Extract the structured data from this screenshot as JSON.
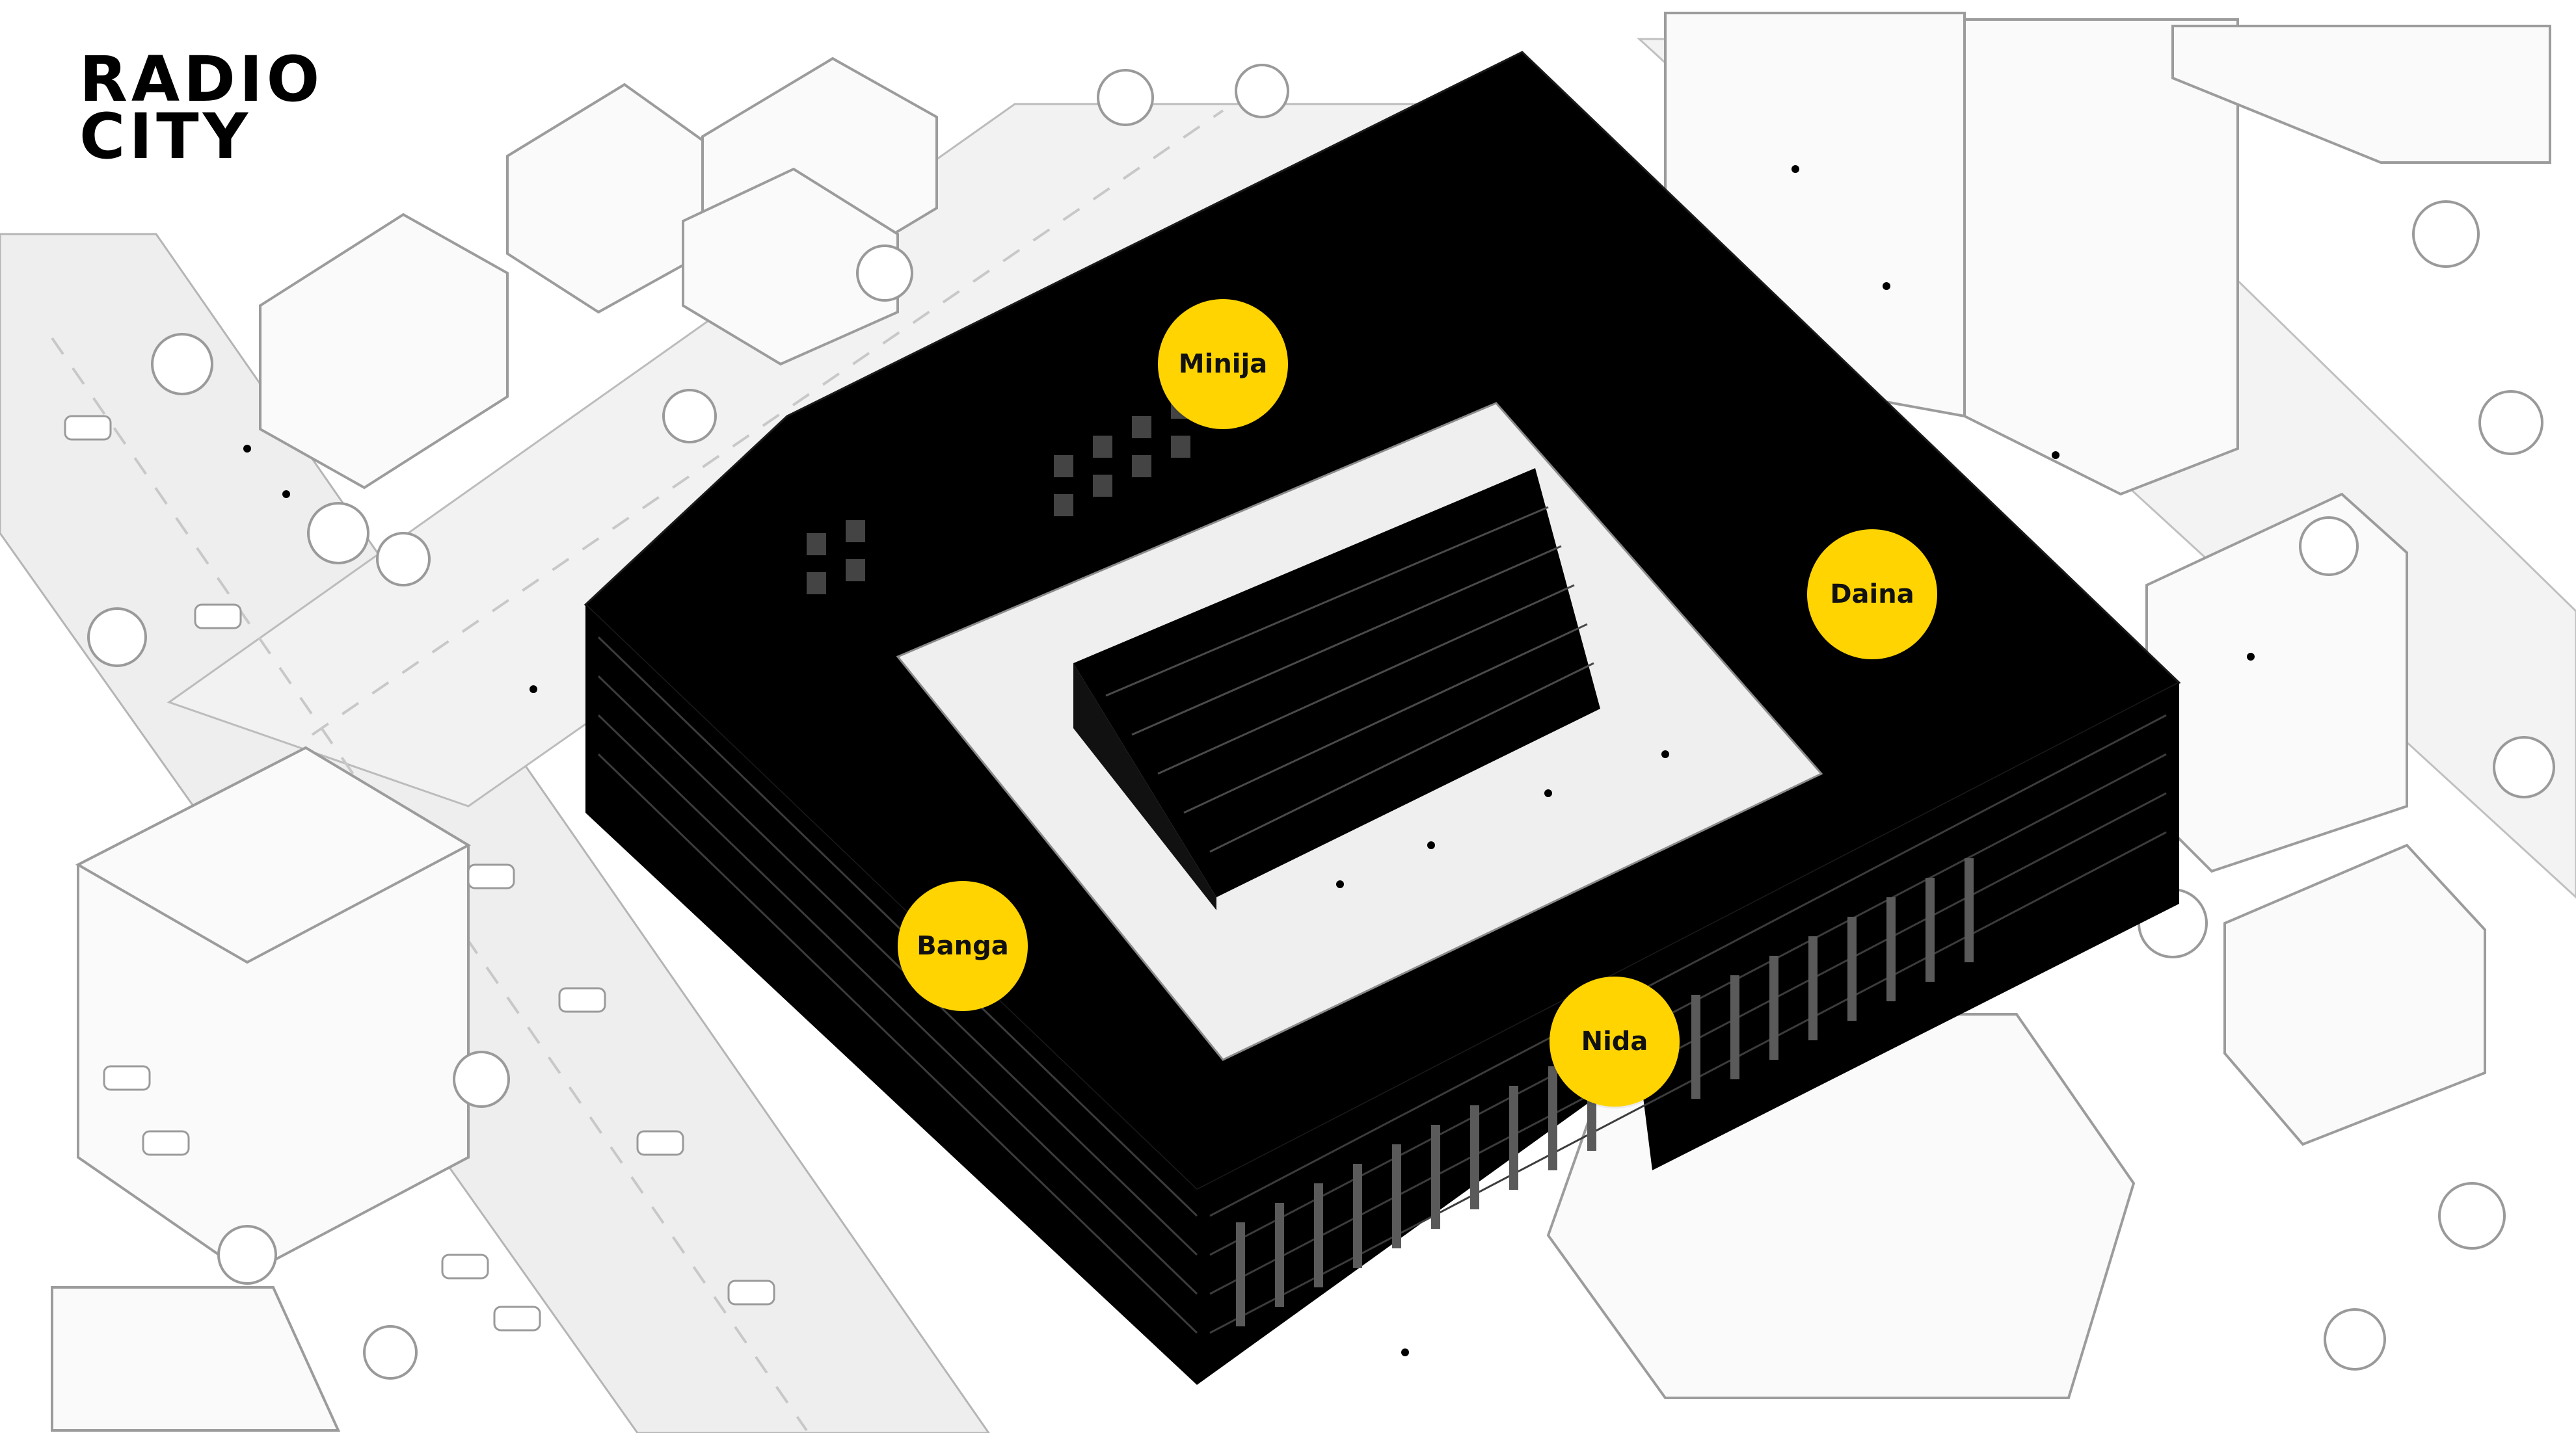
{
  "logo": {
    "line1": "RADIO",
    "line2": "CITY"
  },
  "buildings": [
    {
      "id": "minija",
      "label": "Minija"
    },
    {
      "id": "daina",
      "label": "Daina"
    },
    {
      "id": "banga",
      "label": "Banga"
    },
    {
      "id": "nida",
      "label": "Nida"
    }
  ],
  "colors": {
    "marker": "#ffd400",
    "building": "#000000",
    "ground": "#efefef",
    "linework": "#9a9a9a"
  }
}
